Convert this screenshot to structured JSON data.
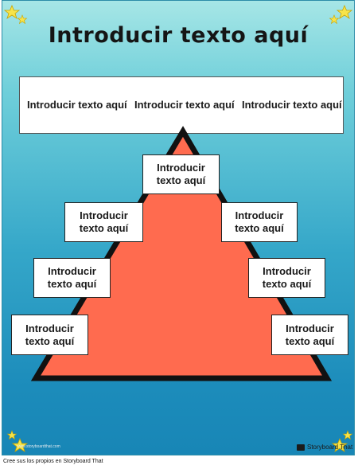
{
  "title": "Introducir texto aquí",
  "top_box": {
    "items": [
      "Introducir texto aquí",
      "Introducir texto aquí",
      "Introducir texto aquí"
    ]
  },
  "pyramid_boxes": {
    "apex": "Introducir texto aquí",
    "left_upper": "Introducir texto aquí",
    "right_upper": "Introducir texto aquí",
    "left_middle": "Introducir texto aquí",
    "right_middle": "Introducir texto aquí",
    "left_lower": "Introducir texto aquí",
    "right_lower": "Introducir texto aquí"
  },
  "watermark": "www.storyboardthat.com",
  "brand": "Storyboard That",
  "footer": "Cree sus los propios en Storyboard That",
  "colors": {
    "pyramid_fill": "#ff6b4f",
    "pyramid_border": "#111111",
    "star": "#f7e44a"
  }
}
